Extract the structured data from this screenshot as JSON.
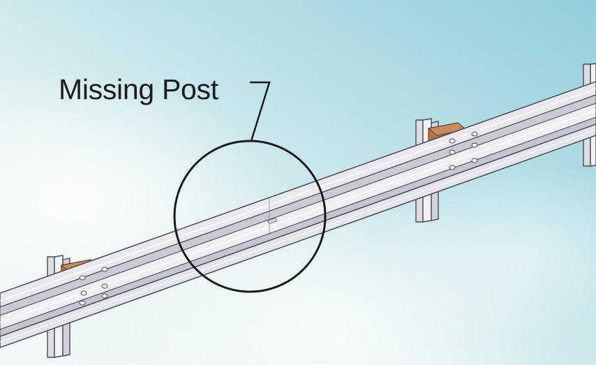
{
  "callout": {
    "label": "Missing Post"
  },
  "colors": {
    "sky_light": "#f2f7f6",
    "sky_blue": "#9fd3dd",
    "rail_top": "#e6e6ec",
    "rail_mid": "#cfd0da",
    "rail_edge": "#4a4a52",
    "post": "#e9e9ef",
    "blockout": "#b0744a",
    "circle": "#1a1a1a"
  },
  "icons": {
    "callout_circle": "circle-outline",
    "leader_line": "angled-leader-line"
  }
}
